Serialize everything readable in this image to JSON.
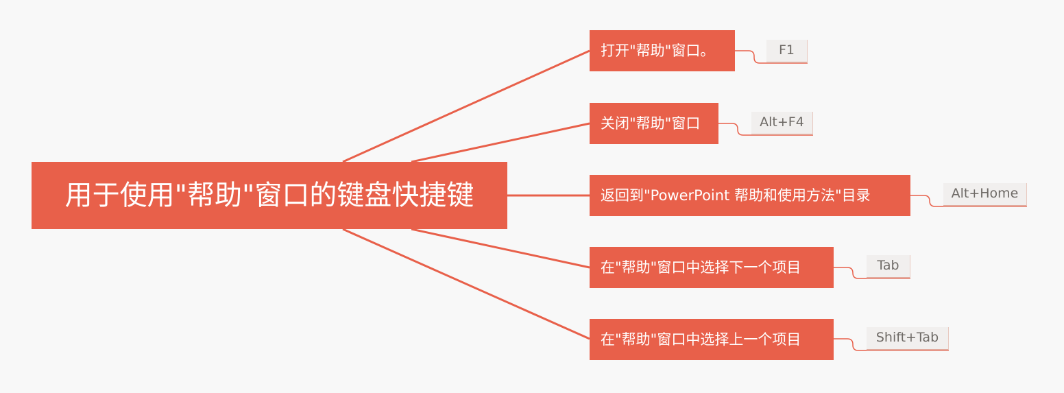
{
  "root": {
    "label": "用于使用\"帮助\"窗口的键盘快捷键"
  },
  "branches": [
    {
      "label": "打开\"帮助\"窗口。",
      "shortcut": "F1"
    },
    {
      "label": "关闭\"帮助\"窗口",
      "shortcut": "Alt+F4"
    },
    {
      "label": "返回到\"PowerPoint  帮助和使用方法\"目录",
      "shortcut": "Alt+Home"
    },
    {
      "label": "在\"帮助\"窗口中选择下一个项目",
      "shortcut": "Tab"
    },
    {
      "label": "在\"帮助\"窗口中选择上一个项目",
      "shortcut": "Shift+Tab"
    }
  ],
  "colors": {
    "background": "#f8f8f8",
    "node_fill": "#e8604a",
    "connector": "#e8604a",
    "key_fill": "#f1efee",
    "key_text": "#6e6a66"
  }
}
